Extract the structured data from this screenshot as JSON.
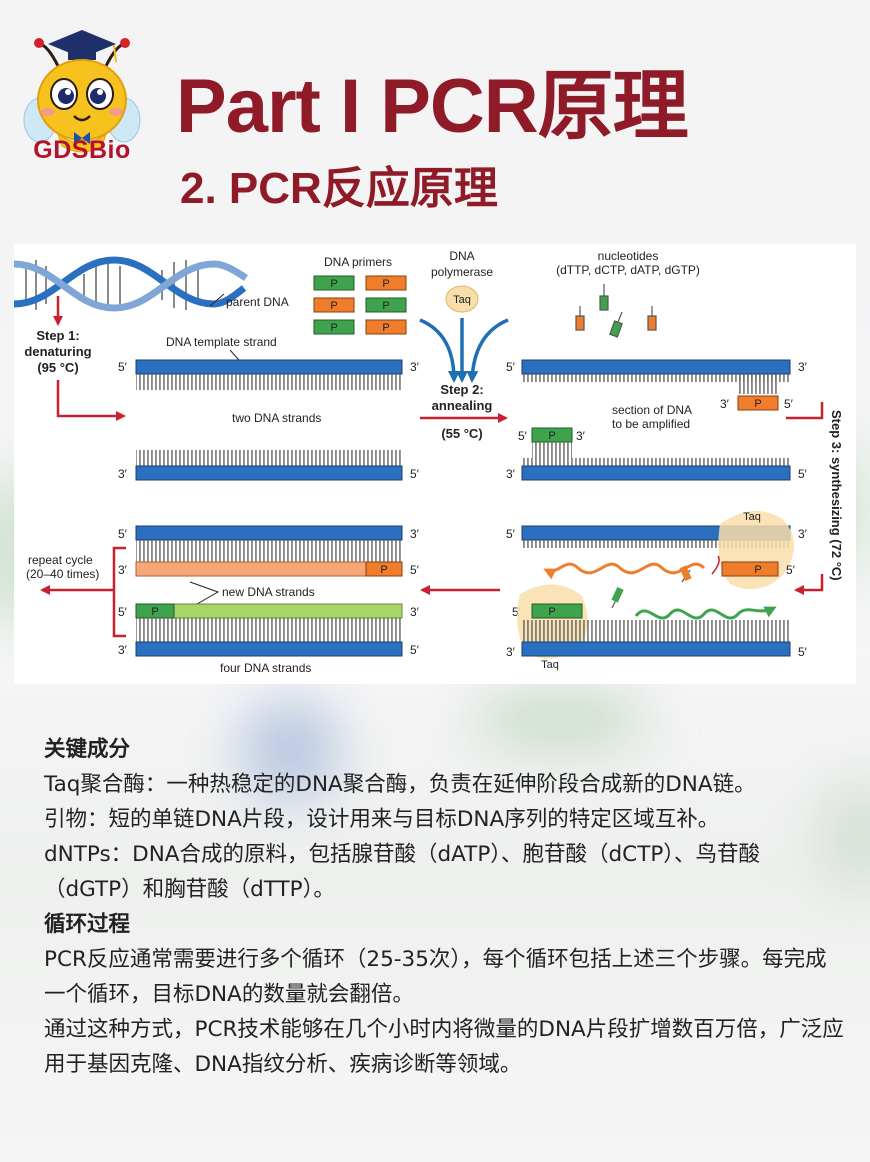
{
  "logo": {
    "text": "GDSBio"
  },
  "header": {
    "title": "Part I PCR原理",
    "subtitle": "2. PCR反应原理"
  },
  "diagram": {
    "parent_dna": "parent DNA",
    "step1": [
      "Step 1:",
      "denaturing",
      "(95 °C)"
    ],
    "template_strand": "DNA template strand",
    "two_strands": "two DNA strands",
    "primers_title": "DNA primers",
    "primer_letter": "P",
    "polymerase_title": [
      "DNA",
      "polymerase"
    ],
    "taq": "Taq",
    "step2": [
      "Step 2:",
      "annealing",
      "(55 °C)"
    ],
    "nucleotides_title": [
      "nucleotides",
      "(dTTP, dCTP, dATP, dGTP)"
    ],
    "section_label": [
      "section of DNA",
      "to be amplified"
    ],
    "step3": "Step 3: synthesizing (72 °C)",
    "repeat_cycle": [
      "repeat cycle",
      "(20–40 times)"
    ],
    "new_strands": "new DNA strands",
    "four_strands": "four DNA strands",
    "end5": "5′",
    "end3": "3′"
  },
  "content": {
    "heading1": "关键成分",
    "p1": "Taq聚合酶：一种热稳定的DNA聚合酶，负责在延伸阶段合成新的DNA链。",
    "p2": "引物：短的单链DNA片段，设计用来与目标DNA序列的特定区域互补。",
    "p3": "dNTPs：DNA合成的原料，包括腺苷酸（dATP）、胞苷酸（dCTP）、鸟苷酸（dGTP）和胸苷酸（dTTP）。",
    "heading2": "循环过程",
    "p4": "PCR反应通常需要进行多个循环（25-35次），每个循环包括上述三个步骤。每完成一个循环，目标DNA的数量就会翻倍。",
    "p5": "通过这种方式，PCR技术能够在几个小时内将微量的DNA片段扩增数百万倍，广泛应用于基因克隆、DNA指纹分析、疾病诊断等领域。"
  },
  "colors": {
    "title": "#8e1b27",
    "strand_blue": "#2a6fc0",
    "primer_green": "#3fa34d",
    "primer_orange": "#f07d2c",
    "arrow_red": "#c8202e"
  }
}
